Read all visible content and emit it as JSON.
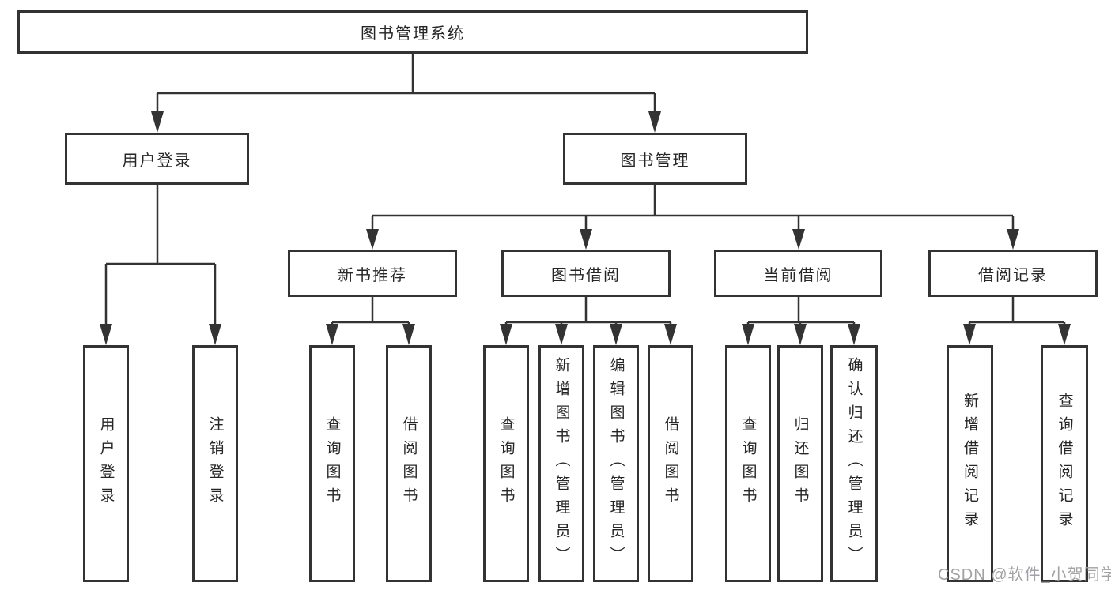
{
  "diagram": {
    "tree": {
      "root": {
        "label": "图书管理系统"
      },
      "branches": [
        {
          "label": "用户登录",
          "children": [
            {
              "label": "用户登录"
            },
            {
              "label": "注销登录"
            }
          ]
        },
        {
          "label": "图书管理",
          "children": [
            {
              "label": "新书推荐",
              "children": [
                {
                  "label": "查询图书"
                },
                {
                  "label": "借阅图书"
                }
              ]
            },
            {
              "label": "图书借阅",
              "children": [
                {
                  "label": "查询图书"
                },
                {
                  "label": "新增图书（管理员）"
                },
                {
                  "label": "编辑图书（管理员）"
                },
                {
                  "label": "借阅图书"
                }
              ]
            },
            {
              "label": "当前借阅",
              "children": [
                {
                  "label": "查询图书"
                },
                {
                  "label": "归还图书"
                },
                {
                  "label": "确认归还（管理员）"
                }
              ]
            },
            {
              "label": "借阅记录",
              "children": [
                {
                  "label": "新增借阅记录"
                },
                {
                  "label": "查询借阅记录"
                }
              ]
            }
          ]
        }
      ]
    },
    "watermark": "CSDN @软件_小贺同学",
    "colors": {
      "line": "#333333",
      "box_border": "#333333",
      "text": "#262626",
      "watermark": "#a2a2a6",
      "background": "#ffffff"
    }
  }
}
